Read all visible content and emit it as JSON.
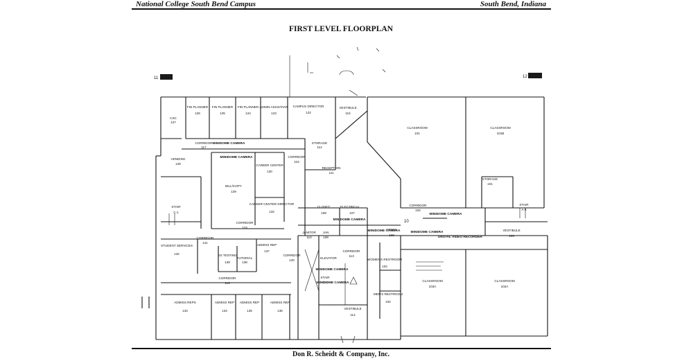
{
  "header": {
    "left": "National College South Bend Campus",
    "right": "South Bend, Indiana"
  },
  "title": "FIRST LEVEL FLOORPLAN",
  "footer": "Don R. Scheidt & Company, Inc.",
  "markers": {
    "left": "11",
    "right": "12",
    "center": "10"
  },
  "rooms": {
    "csc": {
      "name": "CSC",
      "num": "127"
    },
    "fin1": {
      "name": "FIN PLANNER",
      "num": "126"
    },
    "fin2": {
      "name": "FIN PLANNER",
      "num": "125"
    },
    "fin3": {
      "name": "FIN PLANNER",
      "num": "124"
    },
    "admin_asst": {
      "name": "ADMIN ASSISTANT",
      "num": "123"
    },
    "campus_dir": {
      "name": "CAMPUS DIRECTOR",
      "num": "122"
    },
    "vestibule_n": {
      "name": "VESTIBULE",
      "num": "115"
    },
    "corridor_117": {
      "name": "CORRIDOR",
      "num": "117"
    },
    "storage_112": {
      "name": "STORAGE",
      "num": "112"
    },
    "vending": {
      "name": "VENDING",
      "num": "128"
    },
    "career_center": {
      "name": "CAREER CENTER",
      "num": "130"
    },
    "corridor_116": {
      "name": "CORRIDOR",
      "num": "116"
    },
    "reception": {
      "name": "RECEPTION",
      "num": "111"
    },
    "bill_copy": {
      "name": "BILL/COPY",
      "num": "129"
    },
    "stair_c1": {
      "name": "STAIR",
      "num": "C-1"
    },
    "career_dir": {
      "name": "CAREER CENTER DIRECTOR",
      "num": "132"
    },
    "corridor_118": {
      "name": "CORRIDOR",
      "num": "118"
    },
    "closet": {
      "name": "CLOSET",
      "num": "109"
    },
    "electrical": {
      "name": "ELECTRICAL",
      "num": "107"
    },
    "corridor_121": {
      "name": "CORRIDOR",
      "num": "121"
    },
    "student_svc": {
      "name": "STUDENT SERVICES",
      "num": "132"
    },
    "testing": {
      "name": "SS TESTING",
      "num": "139"
    },
    "tutorial": {
      "name": "TUTORIAL",
      "num": "138"
    },
    "admis_rep_137": {
      "name": "ADMISS REP",
      "num": "137"
    },
    "janitor": {
      "name": "JANITOR",
      "num": "110"
    },
    "jan_108": {
      "name": "JAN",
      "num": "108"
    },
    "mens": {
      "name": "MEN'S",
      "num": "106"
    },
    "corridor_120": {
      "name": "CORRIDOR",
      "num": "120"
    },
    "corridor_119": {
      "name": "CORRIDOR",
      "num": "119"
    },
    "corridor_113": {
      "name": "CORRIDOR",
      "num": "113"
    },
    "elevator": {
      "name": "ELEVATOR",
      "num": ""
    },
    "womens": {
      "name": "WOMEN'S RESTROOM",
      "num": "104"
    },
    "stair_c3": {
      "name": "STAIR",
      "num": "C-3"
    },
    "mens_restroom": {
      "name": "MEN'S RESTROOM",
      "num": "102"
    },
    "admis_133": {
      "name": "ADMISS REPS",
      "num": "133"
    },
    "admis_134": {
      "name": "ADMISS REP",
      "num": "134"
    },
    "admis_135": {
      "name": "ADMISS REP",
      "num": "135"
    },
    "admis_136": {
      "name": "ADMISS REP",
      "num": "136"
    },
    "vestibule_s": {
      "name": "VESTIBULE",
      "num": "114"
    },
    "class_101": {
      "name": "CLASSROOM",
      "num": "101"
    },
    "class_101b": {
      "name": "CLASSROOM",
      "num": "101B"
    },
    "storage_ne": {
      "name": "STORAGE",
      "num": "101"
    },
    "stair_a4": {
      "name": "STAIR",
      "num": "A-4"
    },
    "corridor_102": {
      "name": "CORRIDOR",
      "num": "102"
    },
    "vestibule_e": {
      "name": "VESTIBULE",
      "num": "103"
    },
    "class_103a": {
      "name": "CLASSROOM",
      "num": "103A"
    },
    "class_102a": {
      "name": "CLASSROOM",
      "num": "102A"
    }
  },
  "cameras": {
    "c1": "MINIDOME CAMERA",
    "c2": "MINIDOME CAMERA",
    "c3": "MINIDOME CAMERA",
    "c4": "MINIDOME CAMERA",
    "c5": "MINIDOME CAMERA",
    "c6": "MINIDOME CAMERA",
    "c7": "MINIDOME CAMERA",
    "c8": "MINIDOME CAMERA",
    "dvr": "DIGITAL VIDEO RECORDER"
  },
  "colors": {
    "ink": "#111111",
    "paper": "#ffffff",
    "redaction": "#1a1a1a"
  }
}
